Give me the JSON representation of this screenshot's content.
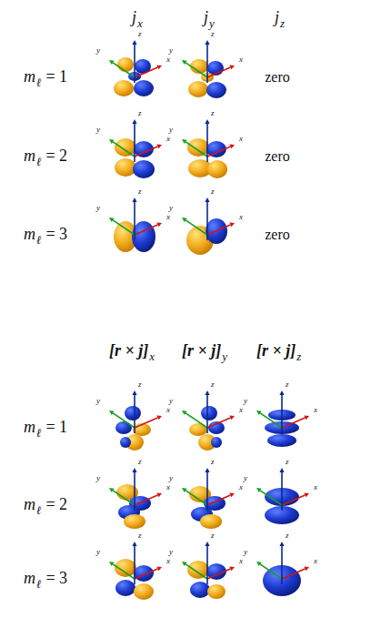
{
  "diagram": {
    "labels": [
      "j",
      "x",
      "j",
      "y",
      "j",
      "z",
      "m",
      "ℓ",
      "= 1",
      "z",
      "y",
      "x",
      "z",
      "y",
      "x",
      "zero",
      "m",
      "ℓ",
      "= 2",
      "z",
      "y",
      "x",
      "z",
      "y",
      "x",
      "zero",
      "m",
      "ℓ",
      "= 3",
      "z",
      "y",
      "x",
      "z",
      "y",
      "x",
      "zero",
      "[r × j]",
      "x",
      "[r × j]",
      "y",
      "[r × j]",
      "z",
      "m",
      "ℓ",
      "= 1",
      "z",
      "y",
      "x",
      "z",
      "y",
      "x",
      "z",
      "y",
      "x",
      "m",
      "ℓ",
      "= 2",
      "z",
      "y",
      "x",
      "z",
      "y",
      "x",
      "z",
      "y",
      "x",
      "m",
      "ℓ",
      "= 3",
      "z",
      "y",
      "x",
      "z",
      "y",
      "x",
      "z",
      "y",
      "x"
    ]
  }
}
